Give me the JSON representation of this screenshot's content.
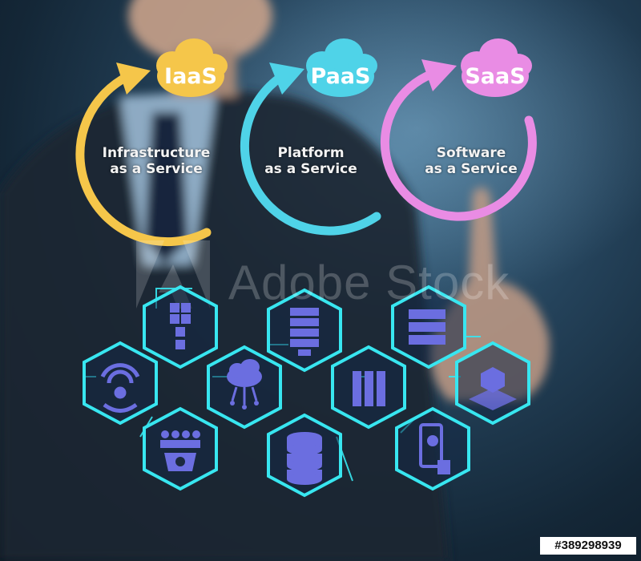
{
  "models": [
    {
      "abbr": "IaaS",
      "line1": "Infrastructure",
      "line2": "as a Service",
      "color": "#f5c64a"
    },
    {
      "abbr": "PaaS",
      "line1": "Platform",
      "line2": "as a Service",
      "color": "#4fd3e8"
    },
    {
      "abbr": "SaaS",
      "line1": "Software",
      "line2": "as a Service",
      "color": "#e98ce4"
    }
  ],
  "watermark": "Adobe Stock",
  "stock_id": "#389298939",
  "icons": [
    "wifi-icon",
    "blocks-icon",
    "cloud-network-icon",
    "team-gear-icon",
    "server-rack-icon",
    "database-icon",
    "server-columns-icon",
    "server-stack-icon",
    "mobile-settings-icon",
    "isometric-cube-icon"
  ],
  "colors": {
    "hex_outline": "#38e6f0",
    "icon_fill": "#6b6ee0"
  }
}
